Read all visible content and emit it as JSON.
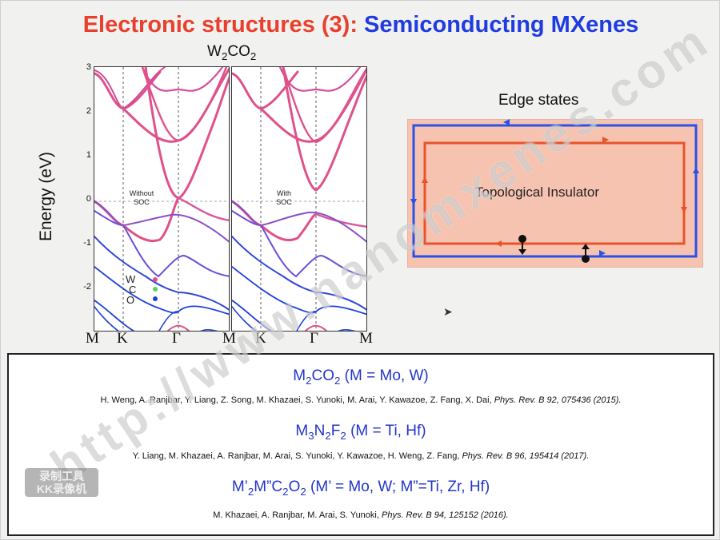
{
  "title": {
    "part1": "Electronic structures (3):",
    "part2": "Semiconducting MXenes"
  },
  "subplot_title": {
    "w": "W",
    "n2": "2",
    "co": "CO",
    "n2b": "2"
  },
  "ylabel": "Energy (eV)",
  "yticks": [
    "3",
    "2",
    "1",
    "0",
    "-1",
    "-2"
  ],
  "kpath": [
    "M",
    "K",
    "Γ",
    "M",
    "K",
    "Γ",
    "M"
  ],
  "annot_left": [
    "Without",
    "SOC"
  ],
  "annot_right": [
    "With",
    "SOC"
  ],
  "legend": {
    "labels": [
      "W",
      "C",
      "O"
    ],
    "colors": [
      "#e0508a",
      "#5bd35b",
      "#1b3fd9"
    ]
  },
  "diagram": {
    "title": "Edge states",
    "label": "Topological Insulator"
  },
  "refs": [
    {
      "formula_parts": [
        "M",
        "2",
        "CO",
        "2",
        " (M = Mo, W)"
      ],
      "authors": "H. Weng, A. Ranjbar, Y. Liang, Z. Song, M. Khazaei, S. Yunoki, M. Arai, Y. Kawazoe, Z. Fang, X. Dai,",
      "journal": "Phys. Rev. B 92, 075436 (2015)."
    },
    {
      "formula_parts": [
        "M",
        "3",
        "N",
        "2",
        "F",
        "2",
        " (M = Ti, Hf)"
      ],
      "authors": "Y. Liang, M. Khazaei, A. Ranjbar, M. Arai, S. Yunoki, Y. Kawazoe, H. Weng, Z. Fang,",
      "journal": "Phys. Rev. B 96, 195414 (2017)."
    },
    {
      "formula_parts": [
        "M’",
        "2",
        "M”C",
        "2",
        "O",
        "2",
        " (M’ = Mo, W; M”=Ti, Zr, Hf)"
      ],
      "authors": "M. Khazaei, A. Ranjbar, M. Arai, S. Yunoki,",
      "journal": "Phys. Rev. B 94, 125152 (2016)."
    }
  ],
  "watermark": "http://www.nanomxenes.com",
  "badge": {
    "line1": "录制工具",
    "line2": "KK录像机"
  },
  "colors": {
    "red": "#e8402d",
    "blue": "#1f3ce0",
    "band_pink": "#e0508a",
    "band_purple": "#7b4fd0",
    "band_blue": "#2740d8",
    "edge_red": "#e8532a",
    "edge_blue": "#2a52e8",
    "box_fill": "#f6c3b1"
  }
}
